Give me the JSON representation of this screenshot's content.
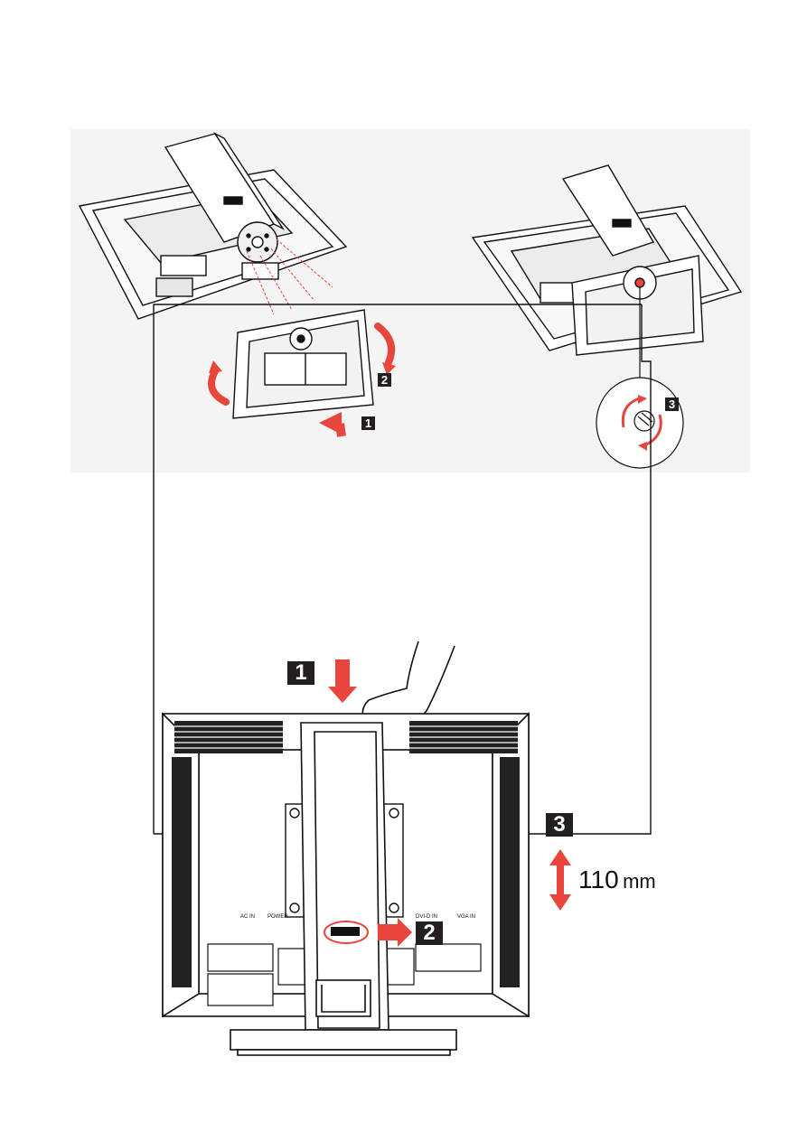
{
  "colors": {
    "accent": "#e8463c",
    "line": "#111111",
    "badge": "#231f20",
    "panel_bg": "#f4f4f4"
  },
  "top_left_steps": {
    "step1": "1",
    "step2": "2"
  },
  "top_right_steps": {
    "step3": "3"
  },
  "bottom_steps": {
    "step1": "1",
    "step2": "2",
    "step3": "3"
  },
  "height_adjust": {
    "value": "110",
    "unit": "mm"
  },
  "port_labels": {
    "ac_in": "AC IN",
    "power": "POWER",
    "dvi_in": "DVI-D IN",
    "vga_in": "VGA IN"
  }
}
